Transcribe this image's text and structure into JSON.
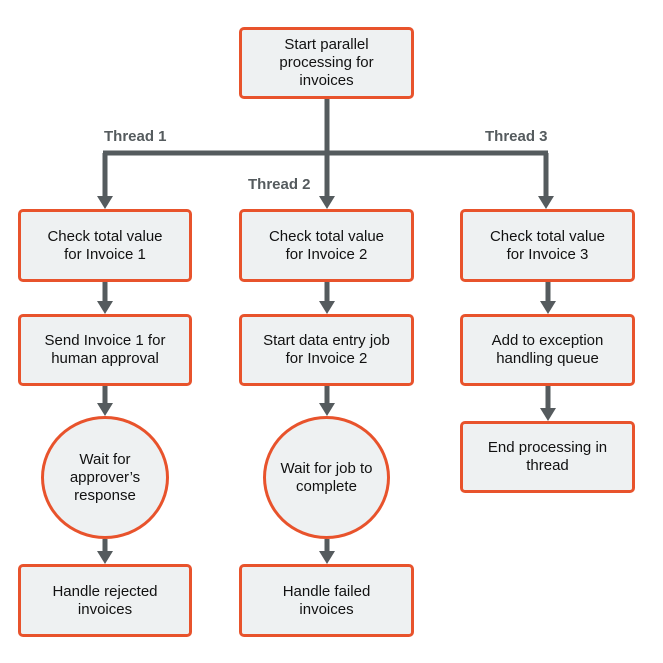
{
  "diagram": {
    "colors": {
      "node_border": "#e8532c",
      "node_fill": "#eef1f2",
      "connector": "#555b5e",
      "text": "#111111"
    },
    "start": "Start parallel\nprocessing for\ninvoices",
    "thread_labels": [
      "Thread 1",
      "Thread 2",
      "Thread 3"
    ],
    "thread1": {
      "step1": "Check total value\nfor Invoice 1",
      "step2": "Send Invoice 1 for\nhuman approval",
      "step3": "Wait for\napprover’s\nresponse",
      "step4": "Handle rejected\ninvoices"
    },
    "thread2": {
      "step1": "Check total value\nfor Invoice 2",
      "step2": "Start data entry job\nfor Invoice 2",
      "step3": "Wait for job to\ncomplete",
      "step4": "Handle failed\ninvoices"
    },
    "thread3": {
      "step1": "Check total value\nfor Invoice 3",
      "step2": "Add to exception\nhandling queue",
      "step3": "End processing in\nthread"
    }
  }
}
